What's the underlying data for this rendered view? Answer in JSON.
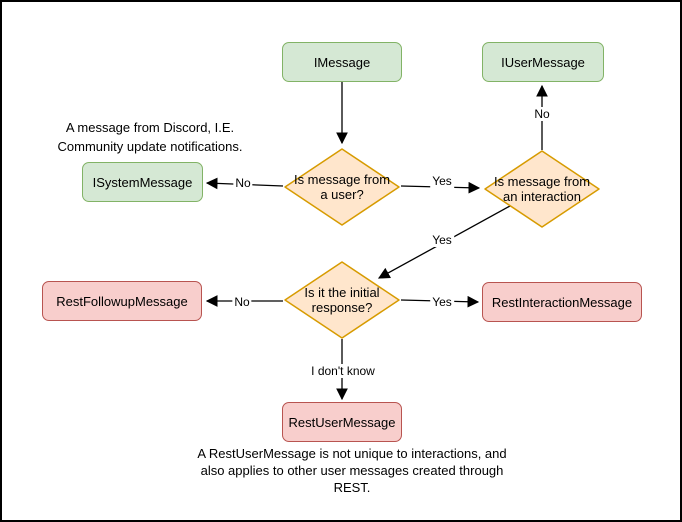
{
  "colors": {
    "background": "#ffffff",
    "canvas_border": "#000000",
    "interface_node_fill": "#d5e8d4",
    "interface_node_border": "#82b366",
    "rest_node_fill": "#f8cecc",
    "rest_node_border": "#b85450",
    "decision_fill": "#ffe6cc",
    "decision_border": "#d79b00",
    "edge_color": "#000000"
  },
  "nodes": {
    "imessage": {
      "label": "IMessage"
    },
    "iusermessage": {
      "label": "IUserMessage"
    },
    "isystemmessage": {
      "label": "ISystemMessage"
    },
    "restfollowupmessage": {
      "label": "RestFollowupMessage"
    },
    "restinteractionmessage": {
      "label": "RestInteractionMessage"
    },
    "restusermessage": {
      "label": "RestUserMessage"
    }
  },
  "decisions": {
    "is_from_user": {
      "label": "Is message from a user?"
    },
    "is_from_interaction": {
      "label": "Is message from an interaction"
    },
    "is_initial_response": {
      "label": "Is it the initial response?"
    }
  },
  "edge_labels": {
    "user_no": "No",
    "user_yes": "Yes",
    "interaction_no": "No",
    "interaction_yes": "Yes",
    "initial_no": "No",
    "initial_yes": "Yes",
    "initial_unknown": "I don't know"
  },
  "annotations": {
    "system_message_note": "A message from Discord, I.E. Community update notifications.",
    "rest_user_message_note": "A RestUserMessage is not unique to interactions, and also applies to other user messages created through REST."
  }
}
